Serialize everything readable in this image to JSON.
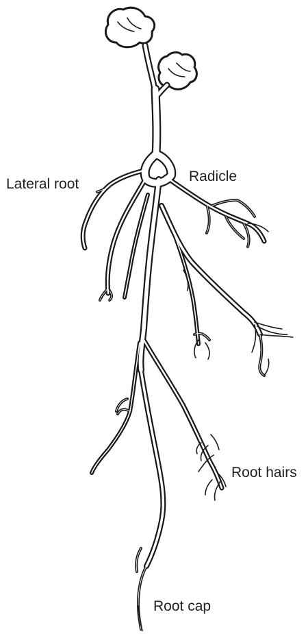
{
  "labels": {
    "lateral_root": "Lateral root",
    "radicle": "Radicle",
    "root_hairs": "Root hairs",
    "root_cap": "Root cap"
  }
}
